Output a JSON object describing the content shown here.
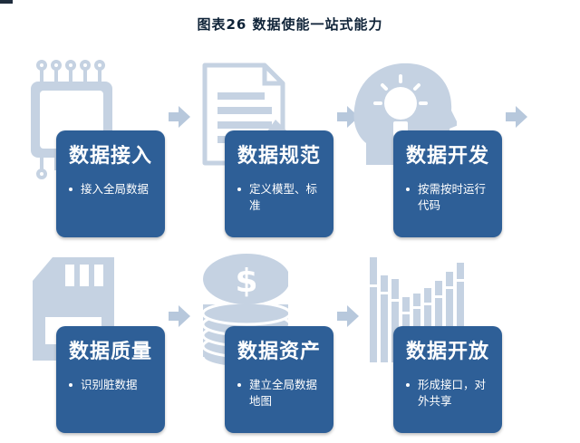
{
  "title": "图表26  数据使能一站式能力",
  "colors": {
    "card": "#2e5f97",
    "icon": "#c5d2e2",
    "arrow": "#b7c8dc",
    "title": "#0f2338"
  },
  "cards": [
    {
      "title": "数据接入",
      "item": "接入全局数据",
      "icon": "chip-icon"
    },
    {
      "title": "数据规范",
      "item": "定义模型、标准",
      "icon": "document-icon"
    },
    {
      "title": "数据开发",
      "item": "按需按时运行代码",
      "icon": "lightbulb-head-icon"
    },
    {
      "title": "数据质量",
      "item": "识别脏数据",
      "icon": "sd-card-icon"
    },
    {
      "title": "数据资产",
      "item": "建立全局数据地图",
      "icon": "coin-stack-icon"
    },
    {
      "title": "数据开放",
      "item": "形成接口，对外共享",
      "icon": "bar-columns-icon"
    }
  ]
}
